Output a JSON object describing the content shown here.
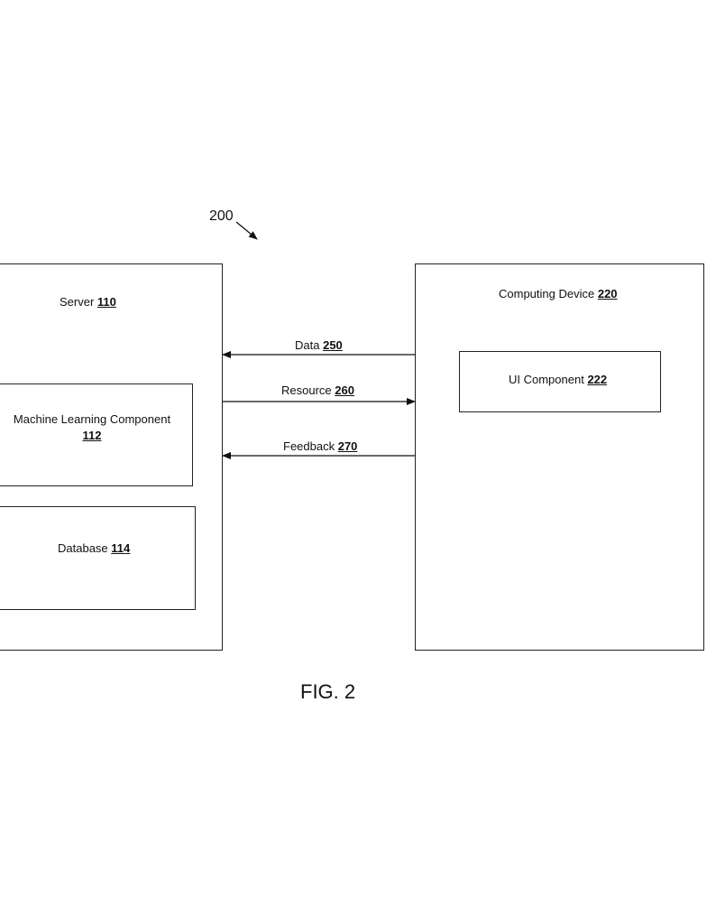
{
  "figure_ref": "200",
  "figure_caption": "FIG. 2",
  "server": {
    "label": "Server",
    "number": "110",
    "ml_component": {
      "label": "Machine Learning Component",
      "number": "112"
    },
    "database": {
      "label": "Database",
      "number": "114"
    }
  },
  "computing_device": {
    "label": "Computing Device",
    "number": "220",
    "ui_component": {
      "label": "UI Component",
      "number": "222"
    }
  },
  "arrows": {
    "data": {
      "label": "Data",
      "number": "250",
      "direction": "to-server"
    },
    "resource": {
      "label": "Resource",
      "number": "260",
      "direction": "to-device"
    },
    "feedback": {
      "label": "Feedback",
      "number": "270",
      "direction": "to-server"
    }
  }
}
